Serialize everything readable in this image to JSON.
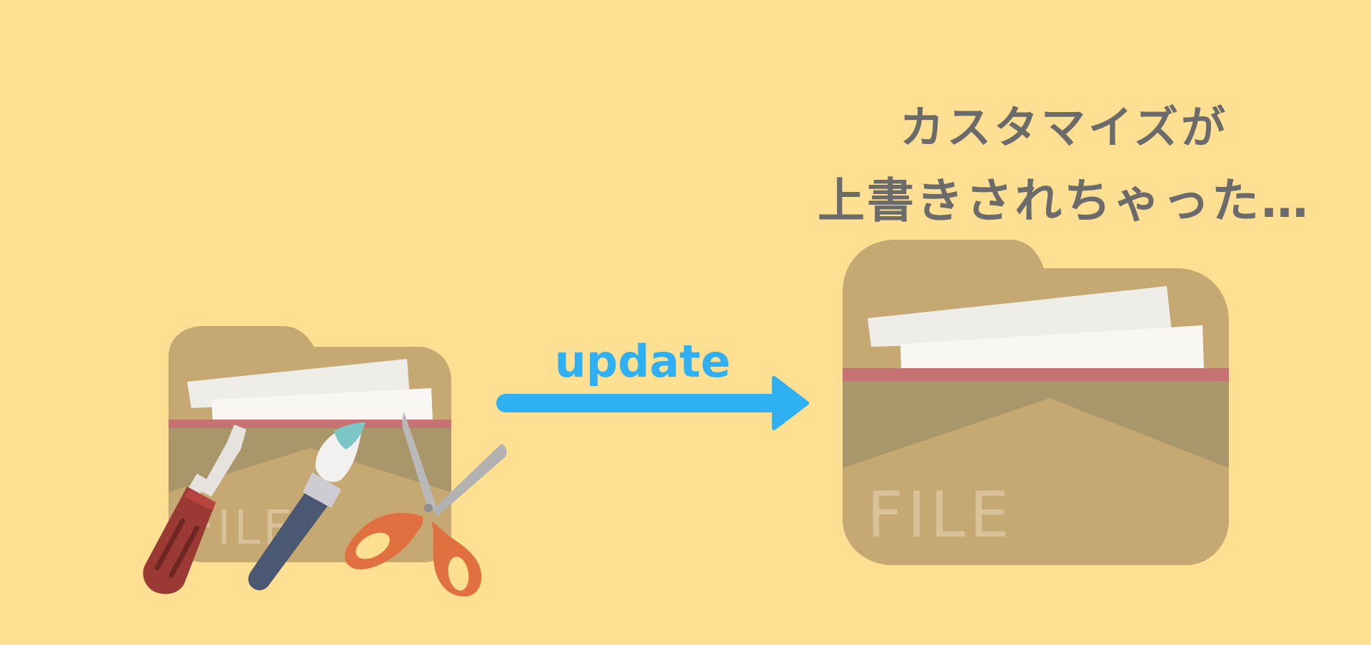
{
  "caption": {
    "line1": "カスタマイズが",
    "line2": "上書きされちゃった…"
  },
  "arrow": {
    "label": "update",
    "color": "#2EB0F2"
  },
  "folders": {
    "before": {
      "label": "FILE"
    },
    "after": {
      "label": "FILE"
    }
  },
  "icons": [
    "folder-icon",
    "screwdriver-icon",
    "paintbrush-icon",
    "scissors-icon",
    "arrow-icon"
  ],
  "colors": {
    "background": "#FFDF92",
    "folder_back": "#C5A872",
    "folder_pocket": "#A9976B",
    "folder_stripe": "#C77272",
    "paper": "#F7F6F3",
    "caption_text": "#6B6B6B",
    "screwdriver_handle": "#9B3A35",
    "brush_handle": "#4A5873",
    "scissors_handle": "#E07040"
  }
}
